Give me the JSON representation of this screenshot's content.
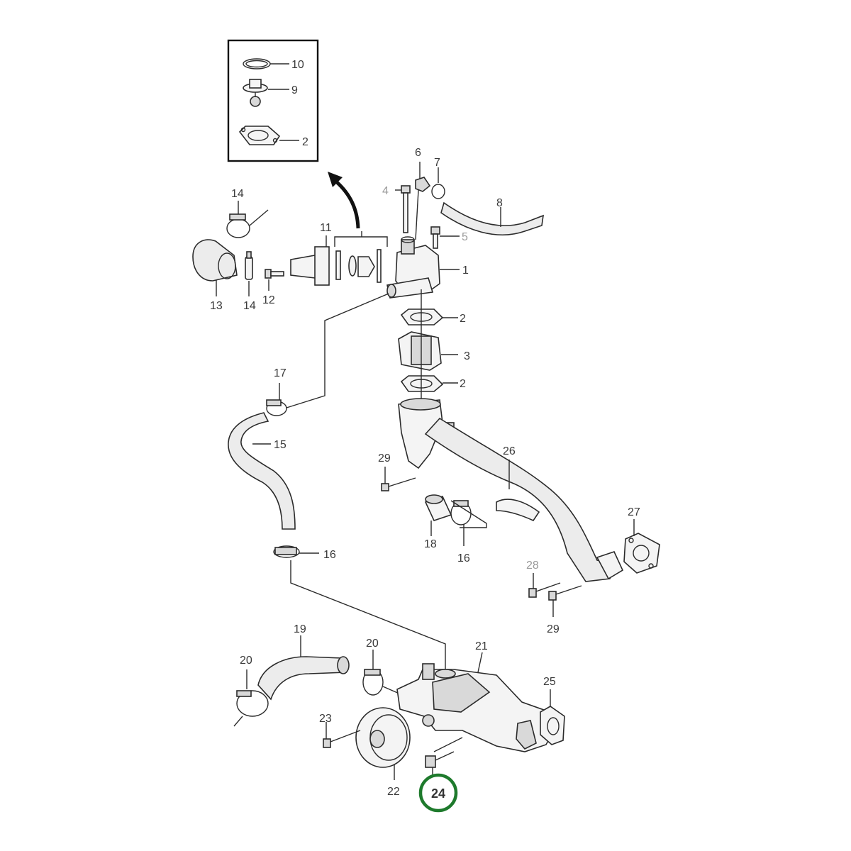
{
  "colors": {
    "line": "#2b2b2b",
    "label": "#3a3a3a",
    "label_muted": "#9a9a9a",
    "highlight_ring": "#1e7a2c"
  },
  "callouts": {
    "inset_10": "10",
    "inset_9": "9",
    "inset_2": "2",
    "p6": "6",
    "p7": "7",
    "p4": "4",
    "p8": "8",
    "p5": "5",
    "p14a": "14",
    "p11": "11",
    "p1": "1",
    "p13": "13",
    "p14b": "14",
    "p12": "12",
    "p2a": "2",
    "p3": "3",
    "p2b": "2",
    "p17": "17",
    "p15": "15",
    "p29a": "29",
    "p26": "26",
    "p18": "18",
    "p16b": "16",
    "p27": "27",
    "p16a": "16",
    "p28": "28",
    "p29b": "29",
    "p19": "19",
    "p20a": "20",
    "p20b": "20",
    "p21": "21",
    "p25": "25",
    "p23": "23",
    "p22": "22",
    "p24": "24"
  },
  "highlighted_part": "24"
}
